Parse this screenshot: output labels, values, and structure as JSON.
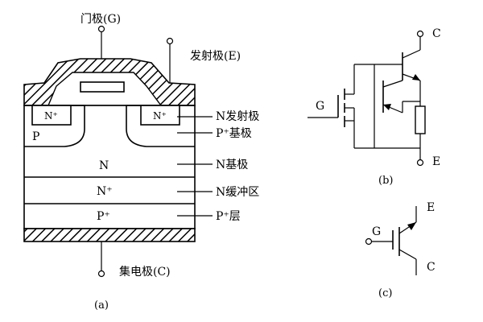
{
  "fig_a": {
    "gate_label": "门极(G)",
    "emitter_label": "发射极(E)",
    "collector_label": "集电极(C)",
    "n_plus_left": "N⁺",
    "n_plus_right": "N⁺",
    "p_region": "P",
    "n_base": "N",
    "n_buffer": "N⁺",
    "p_plus_layer": "P⁺",
    "callouts": {
      "n_emitter": "N发射极",
      "p_base": "P⁺基极",
      "n_base": "N基极",
      "n_buffer": "N缓冲区",
      "p_layer": "P⁺层"
    },
    "caption": "(a)"
  },
  "fig_b": {
    "c_label": "C",
    "g_label": "G",
    "e_label": "E",
    "caption": "(b)"
  },
  "fig_c": {
    "e_label": "E",
    "g_label": "G",
    "c_label": "C",
    "caption": "(c)"
  }
}
